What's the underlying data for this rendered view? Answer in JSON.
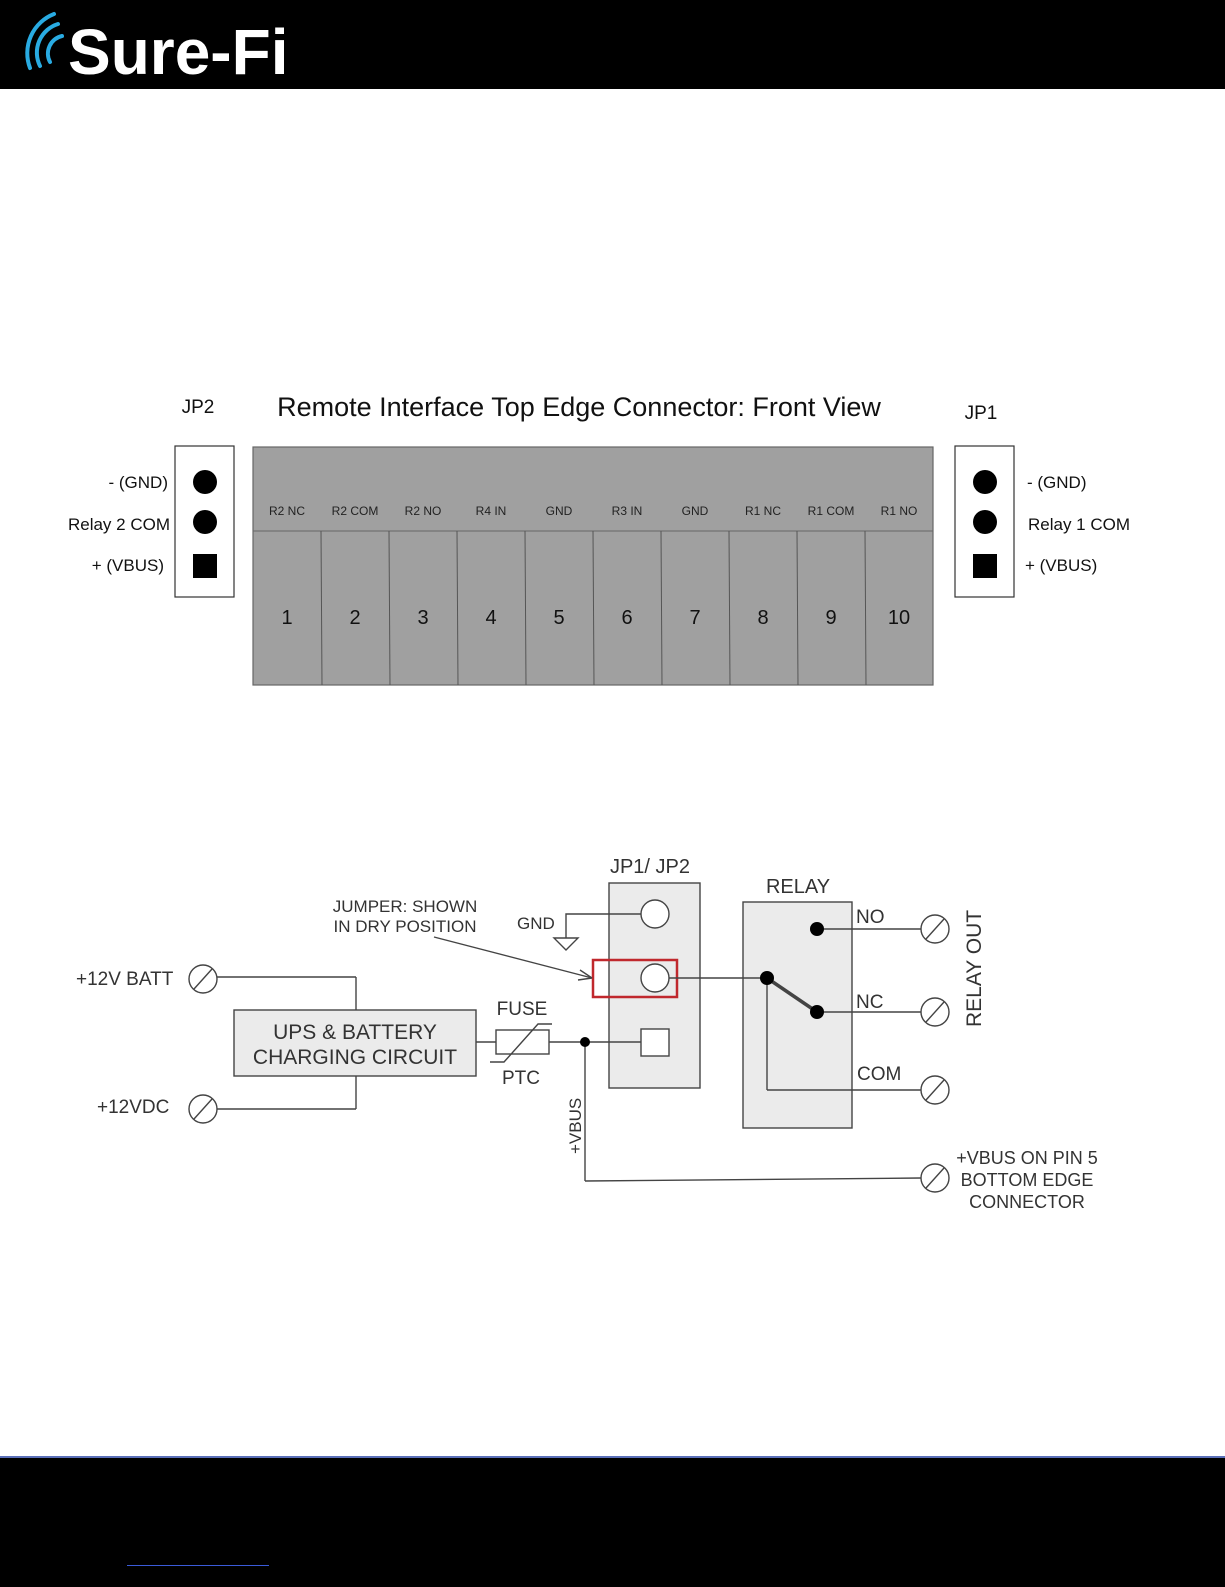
{
  "brand": {
    "logo_text": "Sure-Fi",
    "accent": "#29abe2"
  },
  "connector": {
    "title": "Remote Interface Top Edge Connector: Front View",
    "jp2": {
      "name": "JP2",
      "labels": [
        "-  (GND)",
        "Relay 2 COM",
        "+ (VBUS)"
      ]
    },
    "jp1": {
      "name": "JP1",
      "labels": [
        "-  (GND)",
        "Relay 1 COM",
        "+ (VBUS)"
      ]
    },
    "pin_labels": [
      "R2 NC",
      "R2 COM",
      "R2 NO",
      "R4 IN",
      "GND",
      "R3 IN",
      "GND",
      "R1 NC",
      "R1 COM",
      "R1 NO"
    ],
    "pin_numbers": [
      "1",
      "2",
      "3",
      "4",
      "5",
      "6",
      "7",
      "8",
      "9",
      "10"
    ]
  },
  "schematic": {
    "jp_label": "JP1/ JP2",
    "relay_label": "RELAY",
    "jumper_note_line1": "JUMPER: SHOWN",
    "jumper_note_line2": "IN DRY POSITION",
    "gnd": "GND",
    "batt": "+12V BATT",
    "vdc": "+12VDC",
    "ups_line1": "UPS & BATTERY",
    "ups_line2": "CHARGING CIRCUIT",
    "fuse": "FUSE",
    "ptc": "PTC",
    "vbus": "+VBUS",
    "no": "NO",
    "nc": "NC",
    "com": "COM",
    "relay_out": "RELAY OUT",
    "vbus_pin_line1": "+VBUS ON PIN 5",
    "vbus_pin_line2": "BOTTOM EDGE",
    "vbus_pin_line3": "CONNECTOR",
    "jumper_highlight": "#c0282d"
  }
}
